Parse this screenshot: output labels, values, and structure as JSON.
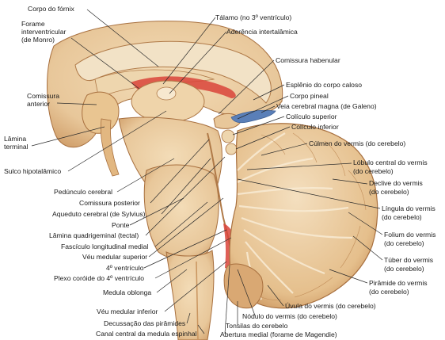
{
  "labels": {
    "corpo_fornix": "Corpo do fórnix",
    "forame_1": "Forame",
    "forame_2": "interventricular",
    "forame_3": "(de Monro)",
    "comissura_anterior_1": "Comissura",
    "comissura_anterior_2": "anterior",
    "lamina_terminal_1": "Lâmina",
    "lamina_terminal_2": "terminal",
    "sulco_hipotalamico": "Sulco hipotalâmico",
    "pedunculo_cerebral": "Pedúnculo cerebral",
    "comissura_posterior": "Comissura posterior",
    "aqueduto": "Aqueduto cerebral (de Sylvius)",
    "ponte": "Ponte",
    "lamina_quadrigeminal": "Lâmina quadrigeminal (tectal)",
    "fasciculo": "Fascículo longitudinal medial",
    "veu_superior": "Véu medular superior",
    "quarto_ventriculo": "4º ventrículo",
    "plexo_coroide": "Plexo coróide do 4º ventrículo",
    "medula_oblonga": "Medula oblonga",
    "veu_inferior": "Véu medular inferior",
    "decussacao": "Decussação das pirâmides",
    "canal_central": "Canal central da medula espinhal",
    "talamo": "Tálamo (no 3º ventrículo)",
    "aderencia": "Aderência intertalâmica",
    "comissura_habenular": "Comissura habenular",
    "esplenio": "Esplênio do corpo caloso",
    "corpo_pineal": "Corpo pineal",
    "veia_galeno": "Veia cerebral magna (de Galeno)",
    "coliculo_superior": "Colículo superior",
    "coliculo_inferior": "Colículo inferior",
    "culmen": "Cúlmen do vermis (do cerebelo)",
    "lobulo_1": "Lóbulo central do vermis",
    "lobulo_2": "(do cerebelo)",
    "declive_1": "Declive do vermis",
    "declive_2": "(do cerebelo)",
    "lingula_1": "Língula do vermis",
    "lingula_2": "(do cerebelo)",
    "folium_1": "Folium do vermis",
    "folium_2": "(do cerebelo)",
    "tuber_1": "Túber do vermis",
    "tuber_2": "(do cerebelo)",
    "piramide_1": "Pirâmide do vermis",
    "piramide_2": "(do cerebelo)",
    "uvula": "Úvula do vermis (do cerebelo)",
    "nodulo": "Nódulo do vermis (do cerebelo)",
    "tonsilas": "Tonsilas do cerebelo",
    "abertura": "Abertura medial (forame de Magendie)"
  },
  "colors": {
    "tissue": "#e8c79a",
    "tissue_dark": "#c9955f",
    "outline": "#a8703f",
    "ventricle_red": "#d9443a",
    "vein_blue": "#5a7fb8"
  }
}
